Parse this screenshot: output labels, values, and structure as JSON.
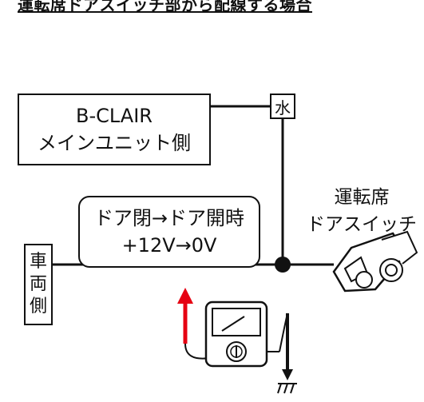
{
  "heading": "運転席ドアスイッチ部から配線する場合",
  "unit_box": {
    "line1": "B-CLAIR",
    "line2": "メインユニット側"
  },
  "water_label": "水",
  "note_box": {
    "line1": "ドア閉→ドア開時",
    "line2": "+12V→0V"
  },
  "vehicle_side": [
    "車",
    "両",
    "側"
  ],
  "driver_switch": {
    "line1": "運転席",
    "line2": "ドアスイッチ"
  },
  "colors": {
    "probe": "#e60012",
    "line": "#111111"
  },
  "icons": [
    "multimeter-icon",
    "door-switch-icon",
    "ground-icon",
    "probe-arrow-icon"
  ]
}
